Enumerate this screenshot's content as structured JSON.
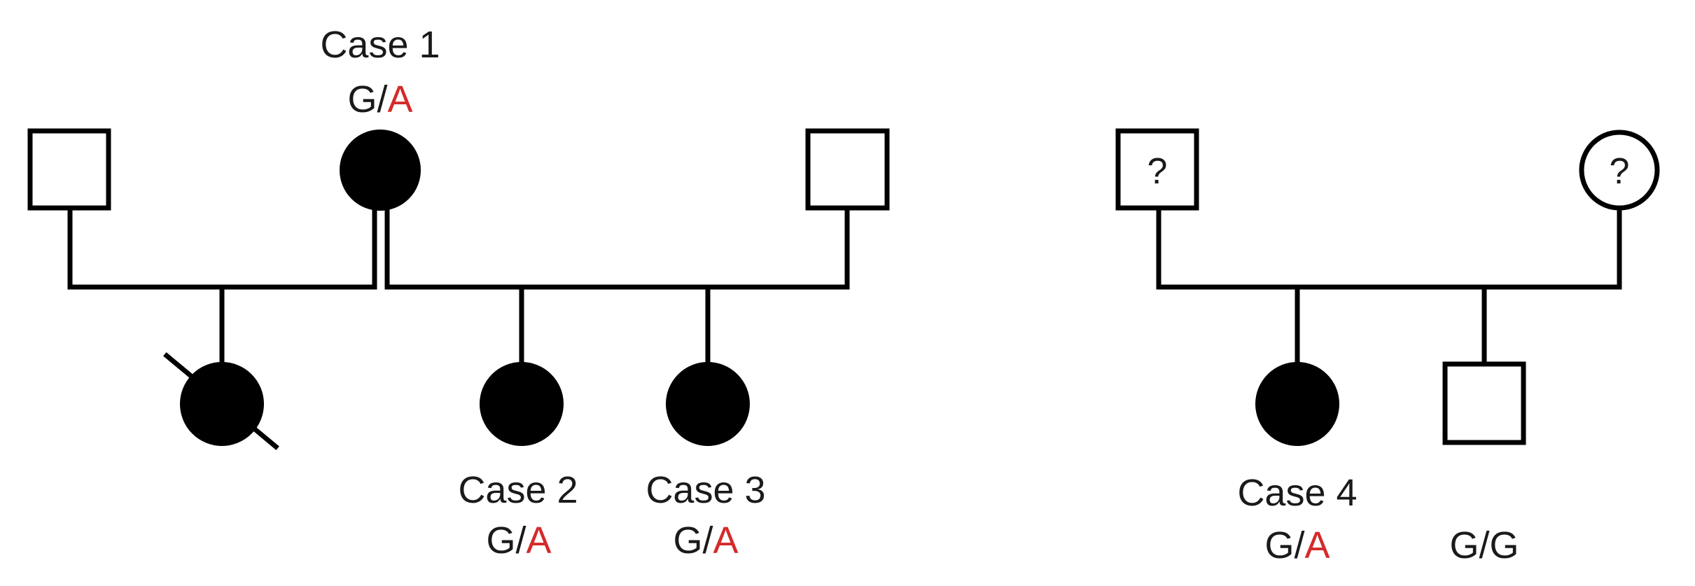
{
  "colors": {
    "ink": "#000000",
    "text": "#1a1a1a",
    "risk_allele": "#d42a2a"
  },
  "individuals": {
    "case1": {
      "name": "Case 1",
      "allele1": "G",
      "sep": "/",
      "allele2": "A"
    },
    "case2": {
      "name": "Case 2",
      "allele1": "G",
      "sep": "/",
      "allele2": "A"
    },
    "case3": {
      "name": "Case 3",
      "allele1": "G",
      "sep": "/",
      "allele2": "A"
    },
    "case4": {
      "name": "Case 4",
      "allele1": "G",
      "sep": "/",
      "allele2": "A"
    },
    "brother": {
      "genotype": "G/G"
    }
  },
  "unknown_mark": "?"
}
